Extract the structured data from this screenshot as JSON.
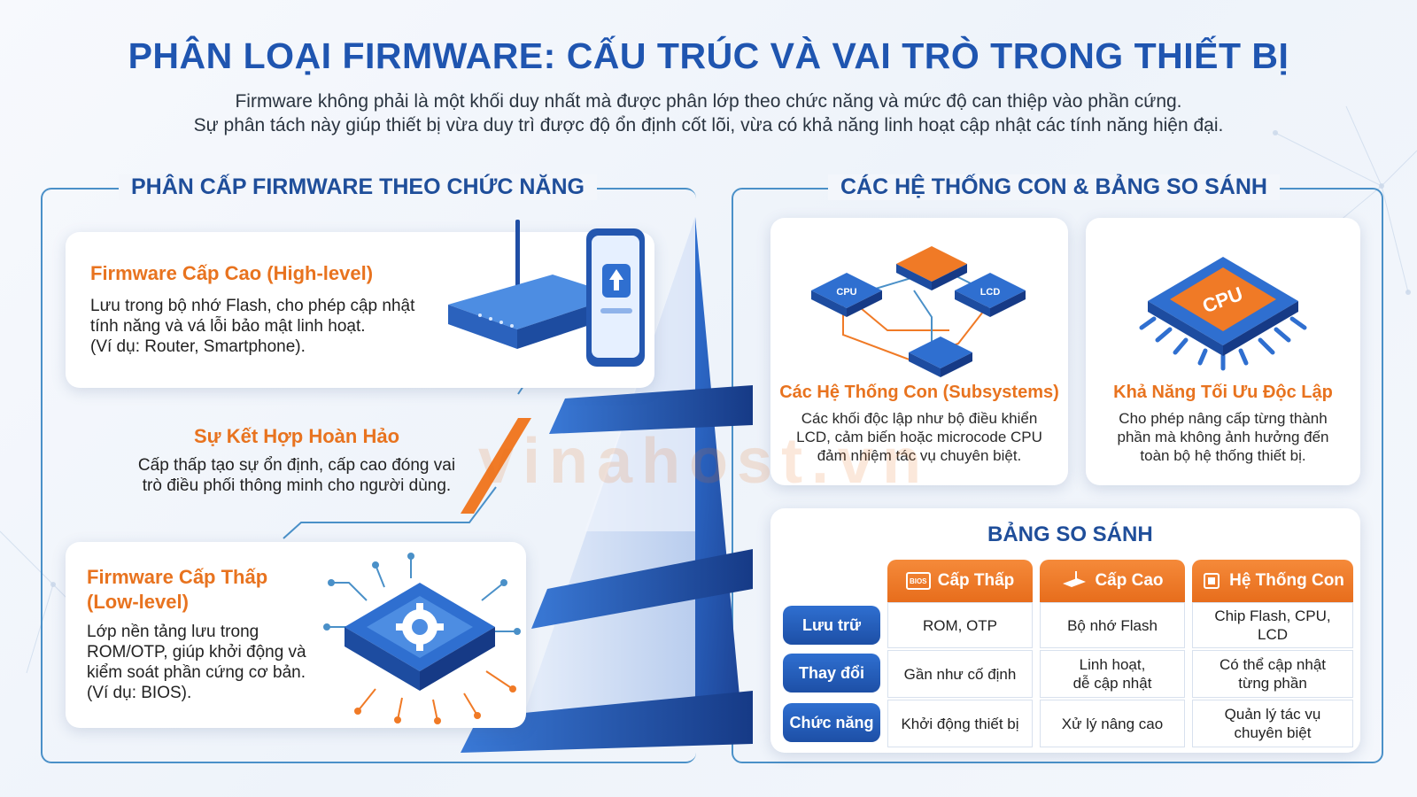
{
  "header": {
    "title": "PHÂN LOẠI FIRMWARE: CẤU TRÚC VÀ VAI TRÒ TRONG THIẾT BỊ",
    "subtitle_line1": "Firmware không phải là một khối duy nhất mà được phân lớp theo chức năng và mức độ can thiệp vào phần cứng.",
    "subtitle_line2": "Sự phân tách này giúp thiết bị vừa duy trì được độ ổn định cốt lõi, vừa có khả năng linh hoạt cập nhật các tính năng hiện đại."
  },
  "left_section": {
    "title": "PHÂN CẤP FIRMWARE THEO CHỨC NĂNG",
    "high_level": {
      "title": "Firmware Cấp Cao (High-level)",
      "lines": [
        "Lưu trong bộ nhớ Flash, cho phép cập nhật",
        "tính năng và vá lỗi bảo mật linh hoạt.",
        "(Ví dụ: Router, Smartphone)."
      ]
    },
    "combo": {
      "title": "Sự Kết Hợp Hoàn Hảo",
      "lines": [
        "Cấp thấp tạo sự ổn định, cấp cao đóng vai",
        "trò điều phối thông minh cho người dùng."
      ]
    },
    "low_level": {
      "title_line1": "Firmware Cấp Thấp",
      "title_line2": "(Low-level)",
      "lines": [
        "Lớp nền tảng lưu trong",
        "ROM/OTP, giúp khởi động và",
        "kiểm soát phần cứng cơ bản.",
        "(Ví dụ: BIOS)."
      ]
    }
  },
  "right_section": {
    "title": "CÁC HỆ THỐNG CON & BẢNG SO SÁNH",
    "subsystems": {
      "title": "Các Hệ Thống Con (Subsystems)",
      "lines": [
        "Các khối độc lập như bộ điều khiển",
        "LCD, cảm biến hoặc microcode CPU",
        "đảm nhiệm tác vụ chuyên biệt."
      ],
      "chip_labels": [
        "CPU",
        "LCD"
      ]
    },
    "independent": {
      "title": "Khả Năng Tối Ưu Độc Lập",
      "lines": [
        "Cho phép nâng cấp từng thành",
        "phần mà không ảnh hưởng đến",
        "toàn bộ hệ thống thiết bị."
      ],
      "chip_label": "CPU"
    },
    "table": {
      "title": "BẢNG SO SÁNH",
      "columns": [
        {
          "label": "Cấp Thấp",
          "icon": "bios-chip-icon",
          "icon_text": "BIOS"
        },
        {
          "label": "Cấp Cao",
          "icon": "router-icon"
        },
        {
          "label": "Hệ Thống Con",
          "icon": "chip-icon"
        }
      ],
      "rows": [
        {
          "label": "Lưu trữ",
          "cells": [
            [
              "ROM, OTP"
            ],
            [
              "Bộ nhớ Flash"
            ],
            [
              "Chip Flash, CPU, LCD"
            ]
          ]
        },
        {
          "label": "Thay đổi",
          "cells": [
            [
              "Gần như cố định"
            ],
            [
              "Linh hoạt,",
              "dễ cập nhật"
            ],
            [
              "Có thể cập nhật",
              "từng phần"
            ]
          ]
        },
        {
          "label": "Chức năng",
          "cells": [
            [
              "Khởi động thiết bị"
            ],
            [
              "Xử lý nâng cao"
            ],
            [
              "Quản lý tác vụ",
              "chuyên biệt"
            ]
          ]
        }
      ]
    }
  },
  "watermark": "vinahost.vn",
  "colors": {
    "title_blue": "#1f55b0",
    "accent_orange": "#e8731f",
    "row_blue": "#1d4fa6",
    "frame_blue": "#4a90c8"
  }
}
